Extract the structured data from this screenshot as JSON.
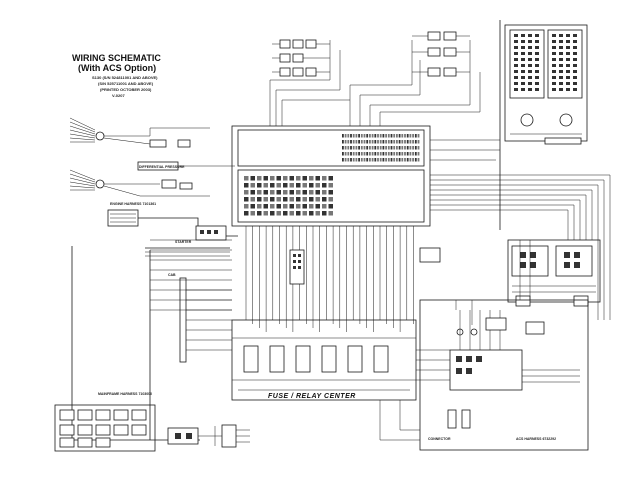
{
  "schematic": {
    "title_line1": "WIRING SCHEMATIC",
    "title_line2": "(With ACS Option)",
    "subtitle_lines": [
      "S130 (S/N 524811001 AND ABOVE)",
      "(S/N 525711001 AND ABOVE)",
      "(PRINTED OCTOBER 2003)",
      "V-0207"
    ],
    "labels": {
      "engine_harness": "ENGINE HARNESS 7101361",
      "mainframe_harness": "MAINFRAME HARNESS 7103000",
      "fuse_relay_center": "FUSE / RELAY CENTER",
      "acs_harness": "ACS HARNESS 6732292",
      "differential_pressure": "DIFFERENTIAL PRESSURE",
      "starter": "STARTER",
      "cab": "CAB",
      "connector": "CONNECTOR"
    }
  }
}
